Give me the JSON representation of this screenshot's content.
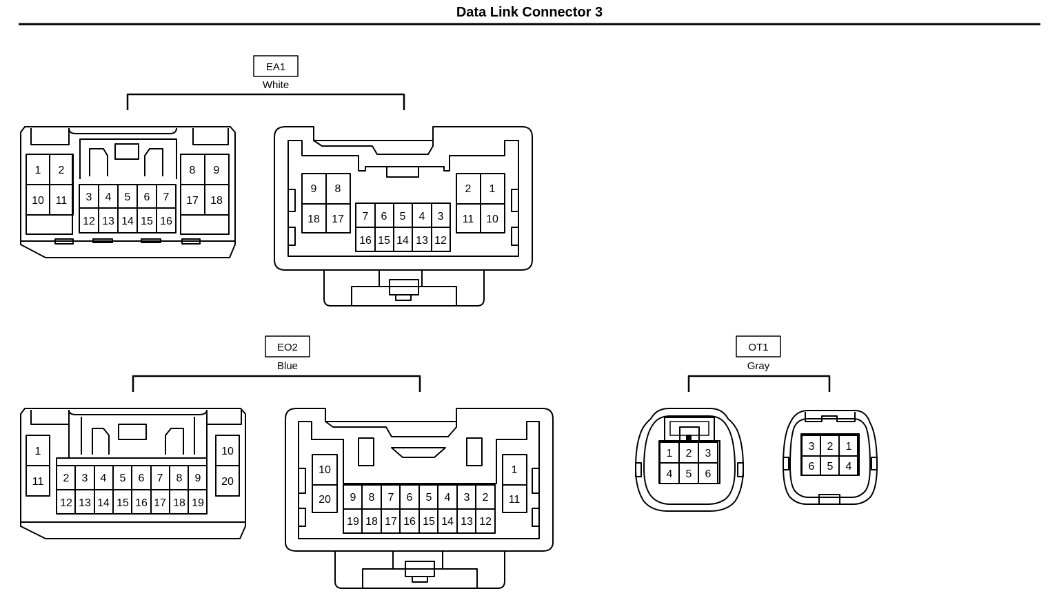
{
  "title": "Data Link Connector 3",
  "connectors": [
    {
      "code": "EA1",
      "color": "White",
      "left": {
        "left_pins": [
          [
            "1",
            "2"
          ],
          [
            "10",
            "11"
          ]
        ],
        "center_pins": [
          [
            "3",
            "4",
            "5",
            "6",
            "7"
          ],
          [
            "12",
            "13",
            "14",
            "15",
            "16"
          ]
        ],
        "right_pins": [
          [
            "8",
            "9"
          ],
          [
            "17",
            "18"
          ]
        ]
      },
      "right": {
        "left_pins": [
          [
            "9",
            "8"
          ],
          [
            "18",
            "17"
          ]
        ],
        "center_pins": [
          [
            "7",
            "6",
            "5",
            "4",
            "3"
          ],
          [
            "16",
            "15",
            "14",
            "13",
            "12"
          ]
        ],
        "right_pins": [
          [
            "2",
            "1"
          ],
          [
            "11",
            "10"
          ]
        ]
      }
    },
    {
      "code": "EO2",
      "color": "Blue",
      "left": {
        "left_pins": [
          [
            "1"
          ],
          [
            "11"
          ]
        ],
        "center_pins": [
          [
            "2",
            "3",
            "4",
            "5",
            "6",
            "7",
            "8",
            "9"
          ],
          [
            "12",
            "13",
            "14",
            "15",
            "16",
            "17",
            "18",
            "19"
          ]
        ],
        "right_pins": [
          [
            "10"
          ],
          [
            "20"
          ]
        ]
      },
      "right": {
        "left_pins": [
          [
            "10"
          ],
          [
            "20"
          ]
        ],
        "center_pins": [
          [
            "9",
            "8",
            "7",
            "6",
            "5",
            "4",
            "3",
            "2"
          ],
          [
            "19",
            "18",
            "17",
            "16",
            "15",
            "14",
            "13",
            "12"
          ]
        ],
        "right_pins": [
          [
            "1"
          ],
          [
            "11"
          ]
        ]
      }
    },
    {
      "code": "OT1",
      "color": "Gray",
      "left": {
        "pins": [
          [
            "1",
            "2",
            "3"
          ],
          [
            "4",
            "5",
            "6"
          ]
        ]
      },
      "right": {
        "pins": [
          [
            "3",
            "2",
            "1"
          ],
          [
            "6",
            "5",
            "4"
          ]
        ]
      }
    }
  ]
}
